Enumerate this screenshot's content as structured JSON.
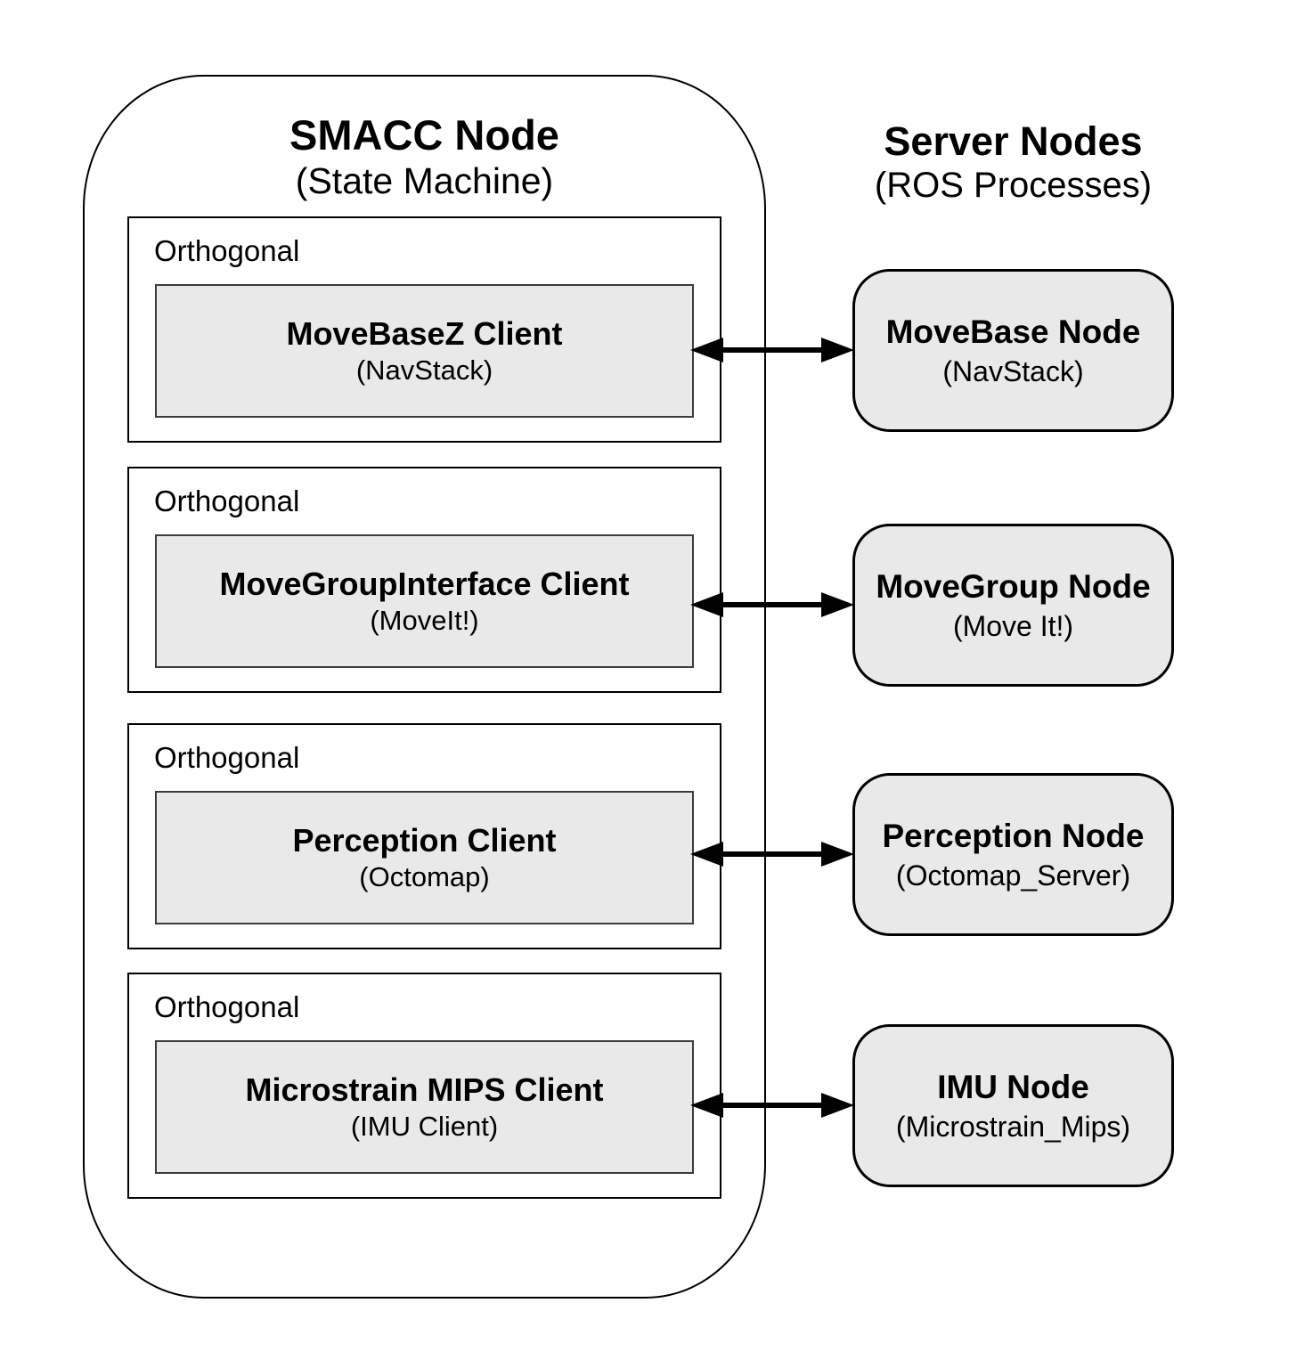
{
  "smacc": {
    "title": "SMACC Node",
    "subtitle": "(State Machine)",
    "orthogonals": [
      {
        "label": "Orthogonal",
        "client": {
          "name": "MoveBaseZ Client",
          "subtitle": "(NavStack)"
        }
      },
      {
        "label": "Orthogonal",
        "client": {
          "name": "MoveGroupInterface Client",
          "subtitle": "(MoveIt!)"
        }
      },
      {
        "label": "Orthogonal",
        "client": {
          "name": "Perception Client",
          "subtitle": "(Octomap)"
        }
      },
      {
        "label": "Orthogonal",
        "client": {
          "name": "Microstrain MIPS Client",
          "subtitle": "(IMU Client)"
        }
      }
    ]
  },
  "servers": {
    "title": "Server Nodes",
    "subtitle": "(ROS Processes)",
    "nodes": [
      {
        "name": "MoveBase Node",
        "subtitle": "(NavStack)"
      },
      {
        "name": "MoveGroup Node",
        "subtitle": "(Move It!)"
      },
      {
        "name": "Perception Node",
        "subtitle": "(Octomap_Server)"
      },
      {
        "name": "IMU Node",
        "subtitle": "(Microstrain_Mips)"
      }
    ]
  },
  "connections": [
    {
      "from": "MoveBaseZ Client",
      "to": "MoveBase Node",
      "type": "bidirectional"
    },
    {
      "from": "MoveGroupInterface Client",
      "to": "MoveGroup Node",
      "type": "bidirectional"
    },
    {
      "from": "Perception Client",
      "to": "Perception Node",
      "type": "bidirectional"
    },
    {
      "from": "Microstrain MIPS Client",
      "to": "IMU Node",
      "type": "bidirectional"
    }
  ],
  "colors": {
    "background": "#ffffff",
    "node_fill": "#e9e9e9",
    "outline": "#000000",
    "client_border": "#3c3c3c",
    "text": "#000000"
  }
}
